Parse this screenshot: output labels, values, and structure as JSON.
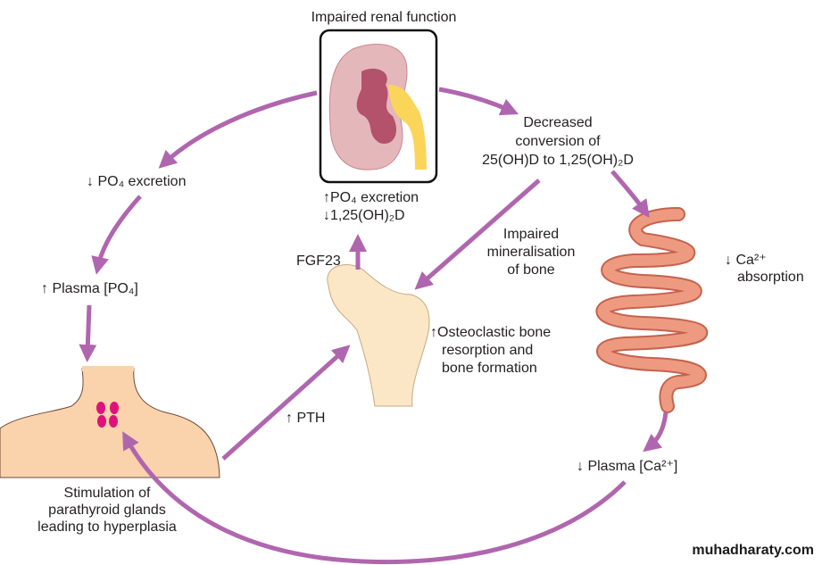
{
  "title": "Impaired renal function",
  "labels": {
    "kidney_effects_1": "↑PO₄ excretion",
    "kidney_effects_2": "↓1,25(OH)₂D",
    "decreased_conversion_1": "Decreased",
    "decreased_conversion_2": "conversion of",
    "decreased_conversion_3": "25(OH)D to 1,25(OH)₂D",
    "po4_excretion": "↓ PO₄ excretion",
    "plasma_po4": "↑ Plasma [PO₄]",
    "fgf23": "FGF23",
    "impaired_mineralisation_1": "Impaired",
    "impaired_mineralisation_2": "mineralisation",
    "impaired_mineralisation_3": "of bone",
    "ca_absorption_1": "↓ Ca²⁺",
    "ca_absorption_2": "absorption",
    "osteoclastic_1": "↑Osteoclastic bone",
    "osteoclastic_2": "resorption and",
    "osteoclastic_3": "bone formation",
    "pth": "↑ PTH",
    "plasma_ca": "↓ Plasma [Ca²⁺]",
    "parathyroid_1": "Stimulation of",
    "parathyroid_2": "parathyroid glands",
    "parathyroid_3": "leading to hyperplasia"
  },
  "watermark": "muhadharaty.com",
  "colors": {
    "arrow": "#b066ae",
    "skin": "#fad3ad",
    "kidney": "#e4b7bb",
    "medulla": "#b3526a",
    "ureter": "#fbd55a",
    "intestine": "#ee9a80"
  }
}
